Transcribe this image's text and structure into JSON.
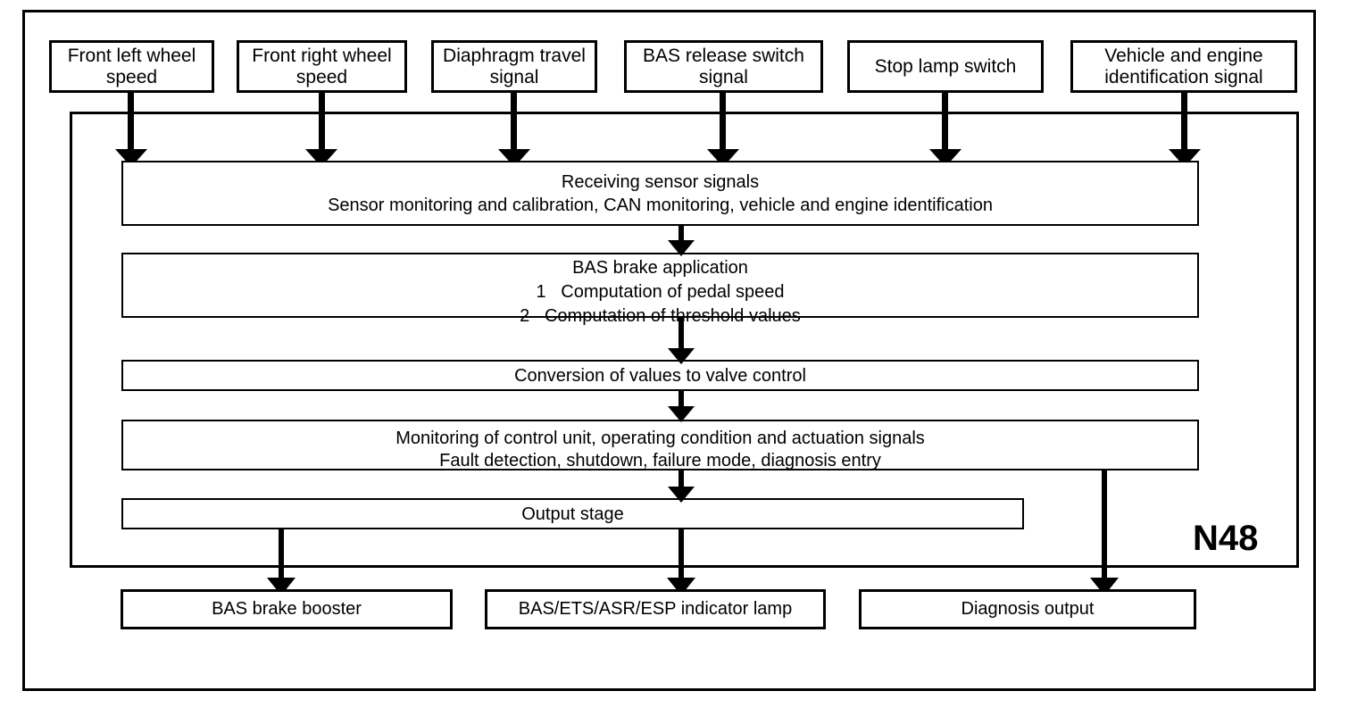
{
  "diagram": {
    "unit_label": "N48",
    "inputs": [
      "Front left wheel\nspeed",
      "Front right wheel\nspeed",
      "Diaphragm travel\nsignal",
      "BAS release switch\nsignal",
      "Stop lamp switch",
      "Vehicle and engine\nidentification signal"
    ],
    "processes": {
      "receiving": {
        "line1": "Receiving sensor signals",
        "line2": "Sensor monitoring and calibration, CAN monitoring, vehicle and engine identification"
      },
      "bas_application": {
        "line1": "BAS brake application",
        "line2": "1   Computation of pedal speed",
        "line3": "2   Computation of threshold values"
      },
      "conversion": {
        "line1": "Conversion of values to valve control"
      },
      "monitoring": {
        "line1": "Monitoring of control unit, operating condition and actuation signals",
        "line2": "Fault detection, shutdown, failure mode, diagnosis entry"
      },
      "output_stage": {
        "line1": "Output stage"
      }
    },
    "outputs": [
      "BAS brake booster",
      "BAS/ETS/ASR/ESP indicator lamp",
      "Diagnosis output"
    ]
  }
}
